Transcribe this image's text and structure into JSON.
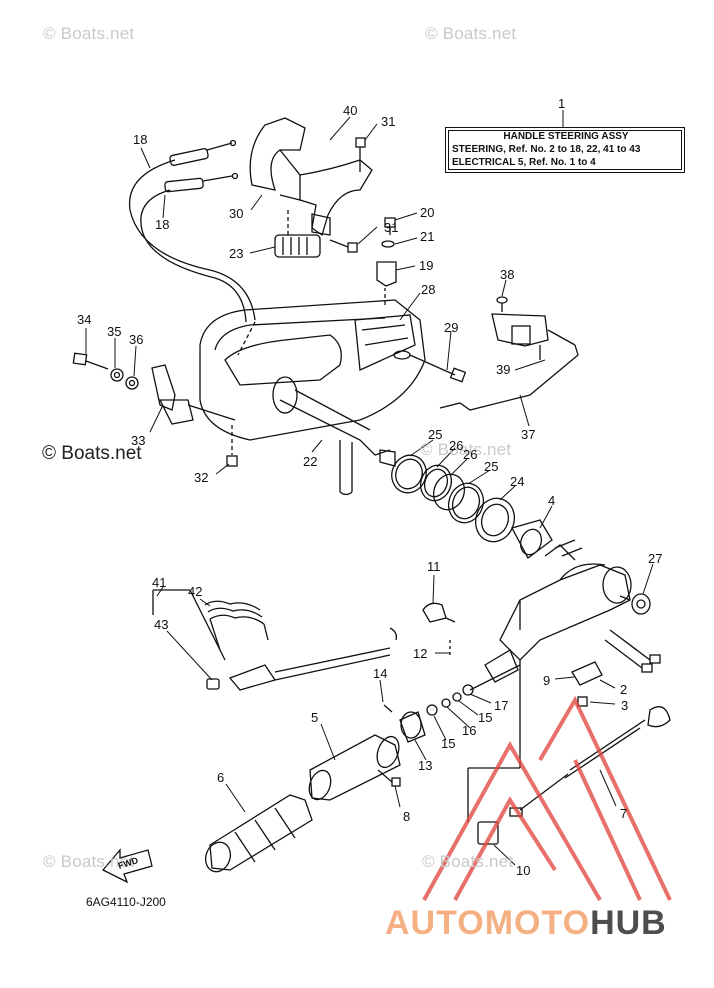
{
  "watermarks": {
    "top_left": "© Boats.net",
    "top_right": "© Boats.net",
    "mid_left": "© Boats.net",
    "mid_center": "© Boats.net",
    "bottom_left": "© Boats.net",
    "bottom_center": "© Boats.net"
  },
  "legend": {
    "ref": "1",
    "title": "HANDLE STEERING ASSY",
    "line1": "STEERING, Ref. No. 2 to 18, 22, 41 to 43",
    "line2": "ELECTRICAL 5, Ref. No. 1 to 4"
  },
  "callouts": [
    "2",
    "3",
    "4",
    "5",
    "6",
    "7",
    "8",
    "9",
    "10",
    "11",
    "12",
    "13",
    "14",
    "15",
    "15",
    "16",
    "17",
    "18",
    "18",
    "19",
    "20",
    "21",
    "22",
    "23",
    "24",
    "25",
    "25",
    "26",
    "26",
    "27",
    "28",
    "29",
    "30",
    "31",
    "31",
    "32",
    "33",
    "34",
    "35",
    "36",
    "37",
    "38",
    "39",
    "40",
    "41",
    "42",
    "43"
  ],
  "fwd_label": "FWD",
  "diagram_code": "6AG4110-J200",
  "brand": {
    "part1": "AUTOMOTO",
    "part2": "HUB"
  },
  "colors": {
    "line": "#111111",
    "logo_red": "#e0413a",
    "brand_light": "#f4b083",
    "brand_dark": "#4d4d4d"
  }
}
